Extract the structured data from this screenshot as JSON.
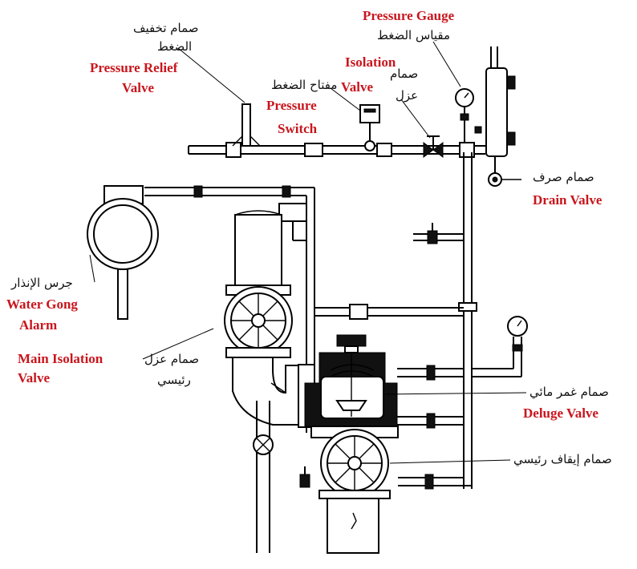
{
  "accent_color": "#c8161d",
  "labels": {
    "pressure_relief_valve": {
      "ar_line1": "صمام تخفيف",
      "ar_line2": "الضغط",
      "en_line1": "Pressure Relief",
      "en_line2": "Valve"
    },
    "pressure_switch": {
      "ar": "مفتاح الضغط",
      "en_line1": "Pressure",
      "en_line2": "Switch"
    },
    "isolation_valve": {
      "ar_line1": "صمام",
      "ar_line2": "عزل",
      "en_line1": "Isolation",
      "en_line2": "Valve"
    },
    "pressure_gauge": {
      "en": "Pressure Gauge",
      "ar": "مقياس الضغط"
    },
    "drain_valve": {
      "ar": "صمام صرف",
      "en": "Drain Valve"
    },
    "water_gong_alarm": {
      "ar": "جرس الإنذار",
      "en_line1": "Water Gong",
      "en_line2": "Alarm"
    },
    "main_isolation_valve": {
      "ar_line1": "صمام عزل",
      "ar_line2": "رئيسي",
      "en_line1": "Main Isolation",
      "en_line2": "Valve"
    },
    "deluge_valve": {
      "ar": "صمام غمر مائي",
      "en": "Deluge Valve"
    },
    "main_shutoff_valve": {
      "ar": "صمام إيقاف رئيسي"
    }
  }
}
